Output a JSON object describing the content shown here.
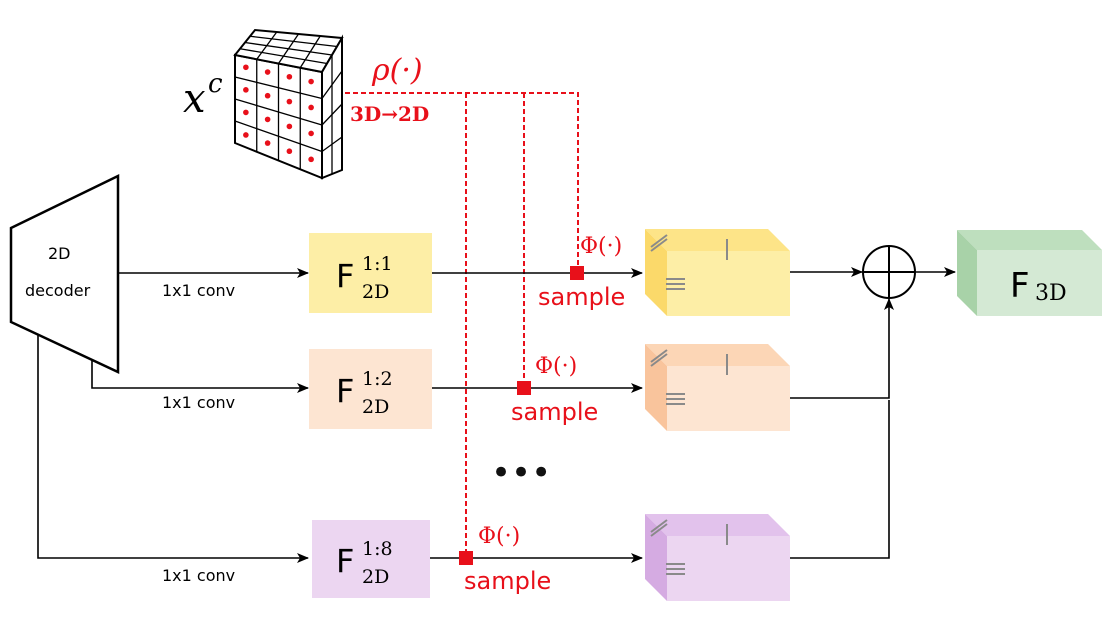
{
  "input": {
    "var_base": "x",
    "var_sup": "c",
    "projection_label": "ρ(·)",
    "projection_sub": "3D→2D"
  },
  "decoder": {
    "line1": "2D",
    "line2": "decoder"
  },
  "branches": [
    {
      "conv_label": "1x1 conv",
      "feat_base": "F",
      "feat_sup": "1:1",
      "feat_sub": "2D",
      "sample_label": "sample",
      "phi_label": "Φ(·)",
      "fill": "#fdeea6",
      "cube_top": "#fde488",
      "cube_side": "#fbd96a"
    },
    {
      "conv_label": "1x1 conv",
      "feat_base": "F",
      "feat_sup": "1:2",
      "feat_sub": "2D",
      "sample_label": "sample",
      "phi_label": "Φ(·)",
      "fill": "#fde5d2",
      "cube_top": "#fcd6b6",
      "cube_side": "#f9c49c"
    },
    {
      "conv_label": "1x1 conv",
      "feat_base": "F",
      "feat_sup": "1:8",
      "feat_sub": "2D",
      "sample_label": "sample",
      "phi_label": "Φ(·)",
      "fill": "#ecd6f1",
      "cube_top": "#e2c2ec",
      "cube_side": "#d5abe2"
    }
  ],
  "ellipsis": "•••",
  "output": {
    "base": "F",
    "sub": "3D",
    "fill": "#d4e9d4",
    "top": "#bedfbe",
    "side": "#a8d2a8"
  },
  "colors": {
    "accent_red": "#e8101a",
    "line": "#000000"
  }
}
